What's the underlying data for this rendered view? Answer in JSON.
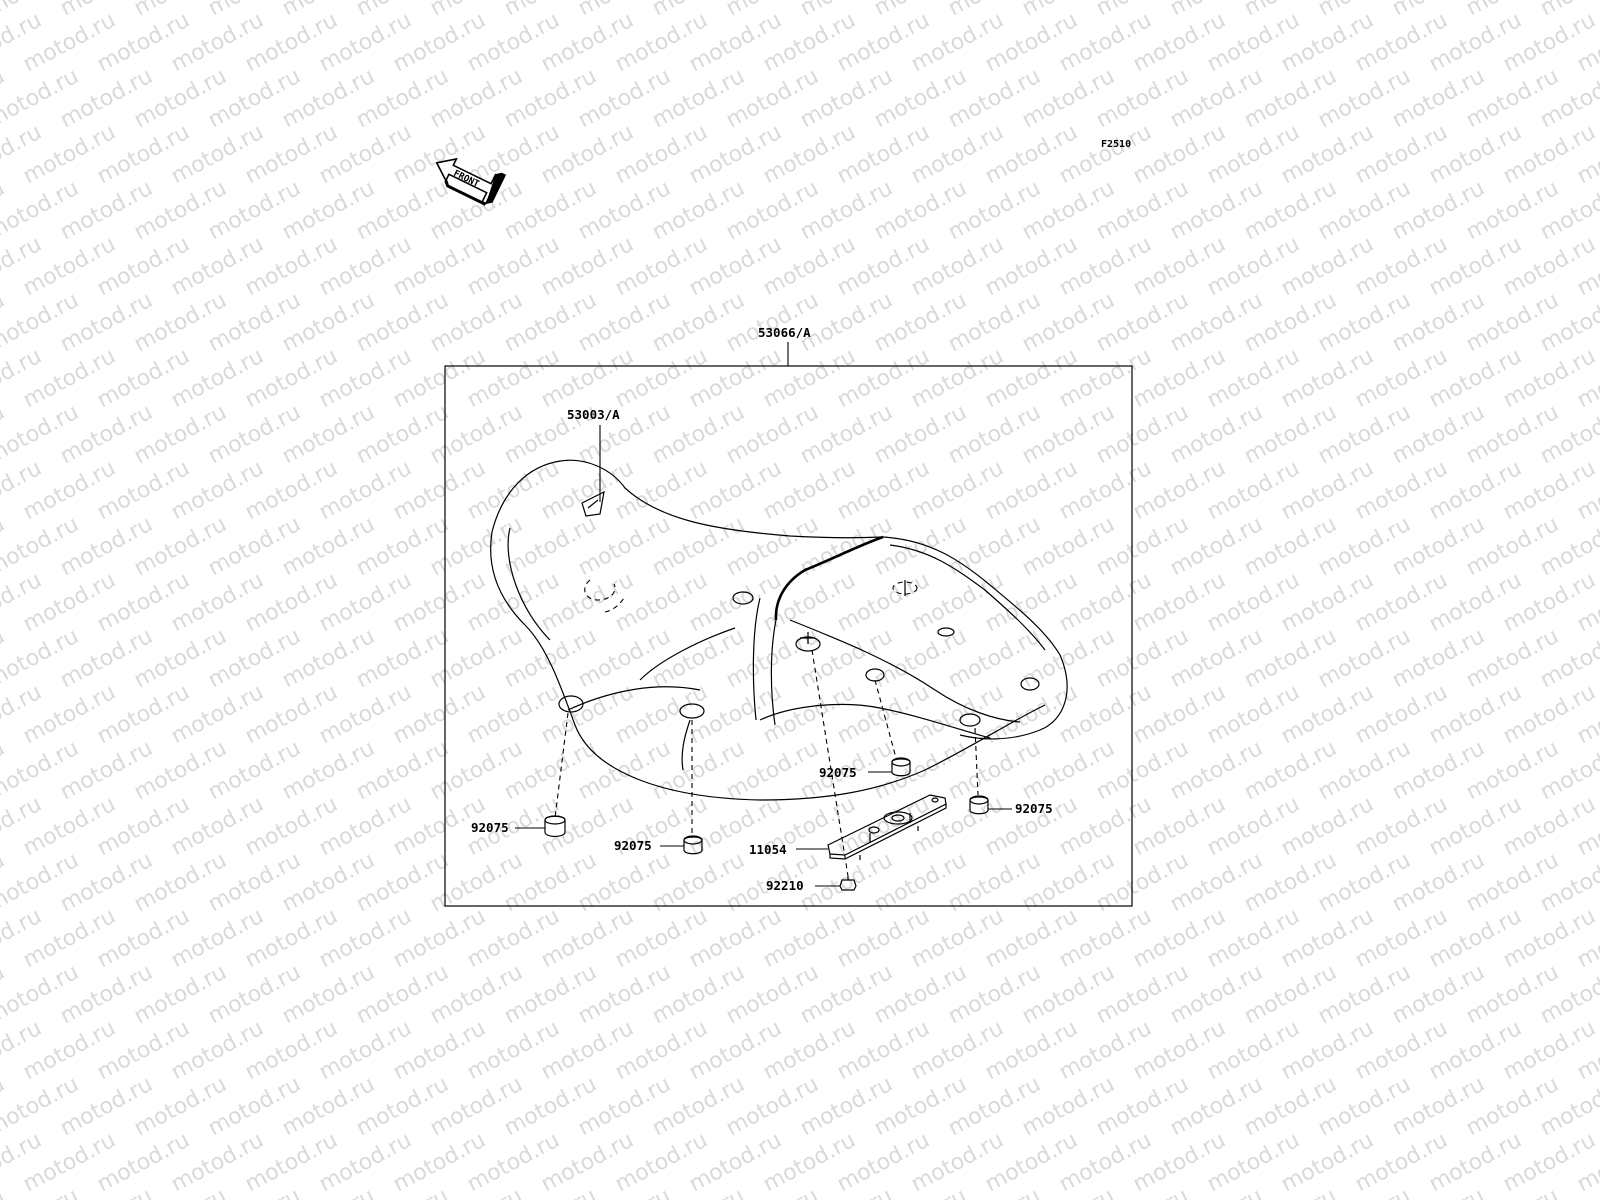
{
  "figure_code": "F2510",
  "front_arrow_label": "FRONT",
  "watermark": "motod.ru",
  "parts": {
    "seat_assembly": "53066/A",
    "seat_cover": "53003/A",
    "damper_front_left": "92075",
    "damper_front_center": "92075",
    "damper_rear_left": "92075",
    "damper_rear_right": "92075",
    "bracket": "11054",
    "nut": "92210"
  },
  "colors": {
    "line": "#000000",
    "watermark": "#d9d9d9",
    "background": "#ffffff"
  }
}
